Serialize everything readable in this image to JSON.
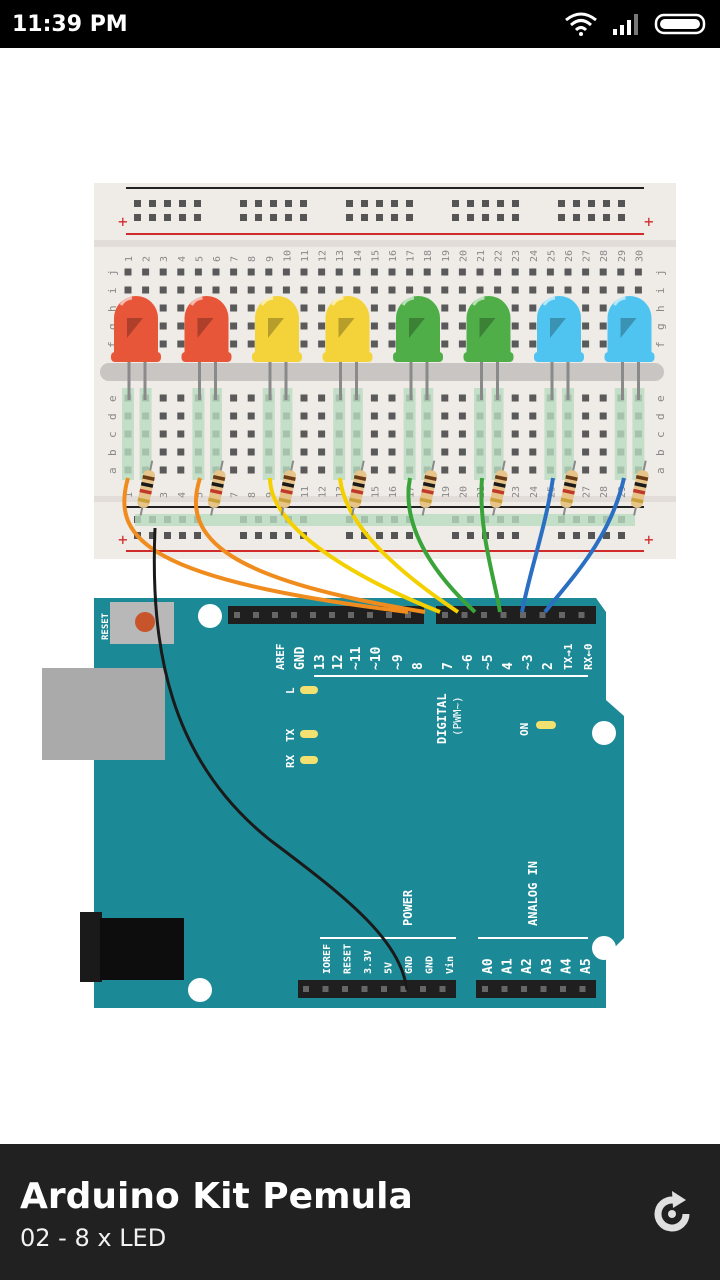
{
  "status_bar": {
    "time": "11:39 PM"
  },
  "breadboard": {
    "column_numbers": [
      "1",
      "2",
      "3",
      "4",
      "5",
      "6",
      "7",
      "8",
      "9",
      "10",
      "11",
      "12",
      "13",
      "14",
      "15",
      "16",
      "17",
      "18",
      "19",
      "20",
      "21",
      "22",
      "23",
      "24",
      "25",
      "26",
      "27",
      "28",
      "29",
      "30"
    ],
    "rows_top": [
      "j",
      "i",
      "h",
      "g",
      "f"
    ],
    "rows_bottom": [
      "e",
      "d",
      "c",
      "b",
      "a"
    ],
    "rail_plus": "+",
    "rail_minus": "-"
  },
  "leds": [
    {
      "color_name": "red",
      "color": "#e8563a"
    },
    {
      "color_name": "red",
      "color": "#e8563a"
    },
    {
      "color_name": "yellow",
      "color": "#f4d33a"
    },
    {
      "color_name": "yellow",
      "color": "#f4d33a"
    },
    {
      "color_name": "green",
      "color": "#4fae48"
    },
    {
      "color_name": "green",
      "color": "#4fae48"
    },
    {
      "color_name": "blue",
      "color": "#4fc4f0"
    },
    {
      "color_name": "blue",
      "color": "#4fc4f0"
    }
  ],
  "arduino": {
    "reset_label": "RESET",
    "digital_pins": [
      "AREF",
      "GND",
      "13",
      "12",
      "~11",
      "~10",
      "~9",
      "8",
      "7",
      "~6",
      "~5",
      "4",
      "~3",
      "2",
      "TX→1",
      "RX←0"
    ],
    "digital_label": "DIGITAL",
    "pwm_label": "(PWM~)",
    "led_l": "L",
    "led_tx": "TX",
    "led_rx": "RX",
    "on_label": "ON",
    "power_label": "POWER",
    "power_pins": [
      "IOREF",
      "RESET",
      "3.3V",
      "5V",
      "GND",
      "GND",
      "Vin"
    ],
    "analog_label": "ANALOG IN",
    "analog_pins": [
      "A0",
      "A1",
      "A2",
      "A3",
      "A4",
      "A5"
    ]
  },
  "bottom_bar": {
    "title": "Arduino Kit Pemula",
    "subtitle": "02 - 8 x LED"
  },
  "colors": {
    "board": "#1c8a96",
    "breadboard": "#eeeae6",
    "bottom_bar": "#212121"
  }
}
